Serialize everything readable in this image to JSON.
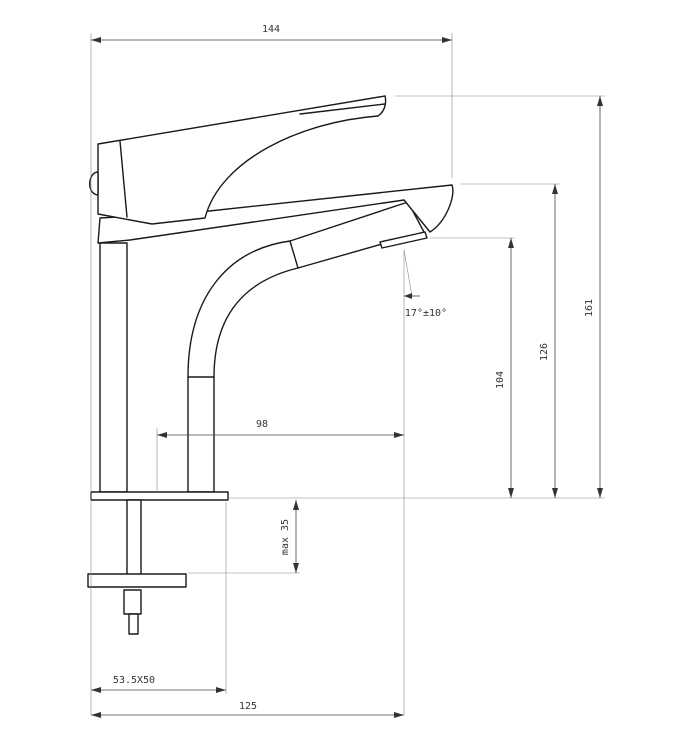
{
  "dimensions": {
    "overall_width": "144",
    "overall_height": "161",
    "spout_height": "126",
    "outlet_clearance": "104",
    "spout_reach": "98",
    "base_reach": "125",
    "deck_thickness": "max 35",
    "washer_size": "53.5X50",
    "outlet_angle": "17°±10°"
  },
  "colors": {
    "line": "#1a1a1a",
    "dimension": "#444444",
    "background": "#ffffff"
  }
}
